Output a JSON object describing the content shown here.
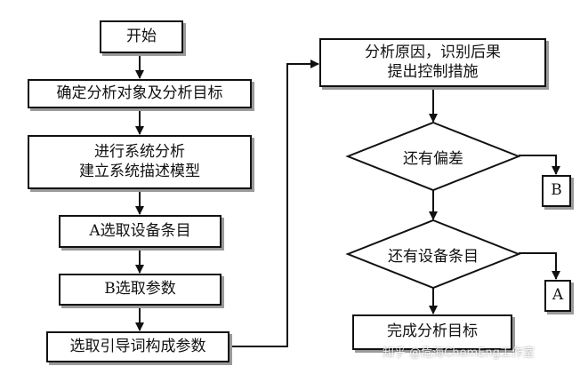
{
  "flow": {
    "start": "开始",
    "determine": "确定分析对象及分析目标",
    "system_line1": "进行系统分析",
    "system_line2": "建立系统描述模型",
    "select_equipment": "A选取设备条目",
    "select_param": "B选取参数",
    "select_guidewords": "选取引导词构成参数",
    "analyze_line1": "分析原因，识别后果",
    "analyze_line2": "提出控制措施",
    "deviation": "还有偏差",
    "more_equipment": "还有设备条目",
    "finish": "完成分析目标",
    "connector_b": "B",
    "connector_a": "A"
  },
  "watermark": "知乎 @危海ChemEng工作室"
}
